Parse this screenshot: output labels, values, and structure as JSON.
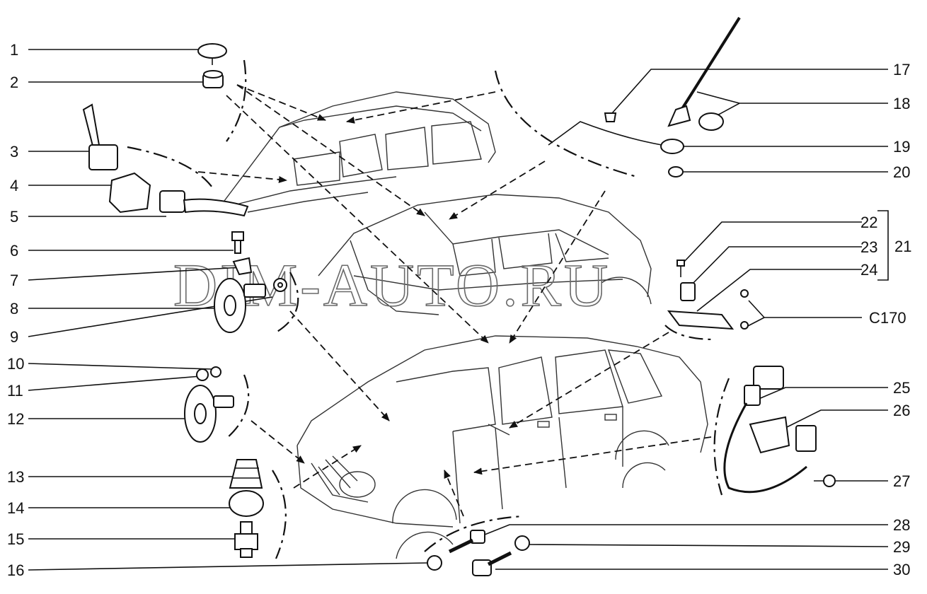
{
  "watermark": "DIM-AUTO.RU",
  "callouts": {
    "c1": "1",
    "c2": "2",
    "c3": "3",
    "c4": "4",
    "c5": "5",
    "c6": "6",
    "c7": "7",
    "c8": "8",
    "c9": "9",
    "c10": "10",
    "c11": "11",
    "c12": "12",
    "c13": "13",
    "c14": "14",
    "c15": "15",
    "c16": "16",
    "c17": "17",
    "c18": "18",
    "c19": "19",
    "c20": "20",
    "c21": "21",
    "c22": "22",
    "c23": "23",
    "c24": "24",
    "c170": "C170",
    "c25": "25",
    "c26": "26",
    "c27": "27",
    "c28": "28",
    "c29": "29",
    "c30": "30"
  }
}
